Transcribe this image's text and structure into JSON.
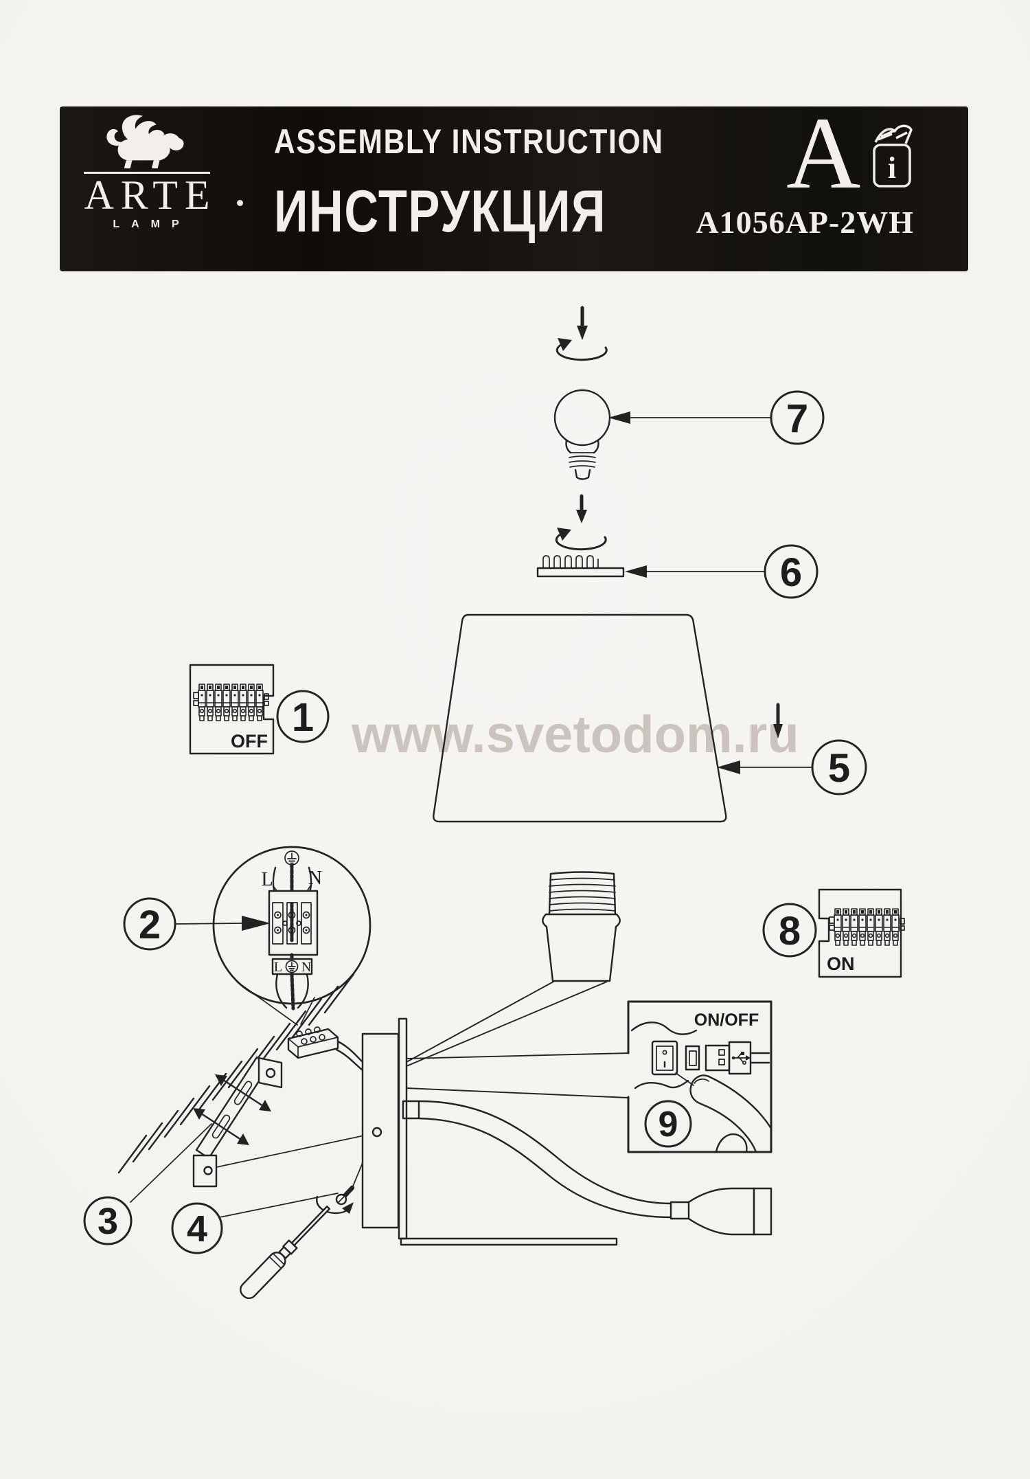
{
  "header": {
    "brand": {
      "name": "ARTE",
      "sub": "LAMP"
    },
    "title_en": "ASSEMBLY INSTRUCTION",
    "title_ru": "ИНСТРУКЦИЯ",
    "revision": "A",
    "booklet_i": "i",
    "model": "A1056AP-2WH"
  },
  "watermark": "www.svetodom.ru",
  "diagram": {
    "steps": [
      "1",
      "2",
      "3",
      "4",
      "5",
      "6",
      "7",
      "8",
      "9"
    ],
    "labels": {
      "off": "OFF",
      "on": "ON",
      "on_off": "ON/OFF",
      "live": "L",
      "neutral": "N"
    },
    "icons": {
      "brand_logo": "winged-lion-icon",
      "booklet": "instruction-booklet-icon",
      "ground": "earth-ground-icon",
      "bulb": "light-bulb-icon",
      "ring": "shade-ring-icon",
      "breakers": "circuit-breaker-row-icon",
      "rocker": "rocker-switch-icon",
      "usb": "usb-plug-icon",
      "finger": "pointing-finger-icon",
      "screwdriver": "screwdriver-icon"
    },
    "colors": {
      "ink": "#232323",
      "paper": "#f5f3ef",
      "banner": "#14100d",
      "watermark": "#cbc4be"
    }
  }
}
